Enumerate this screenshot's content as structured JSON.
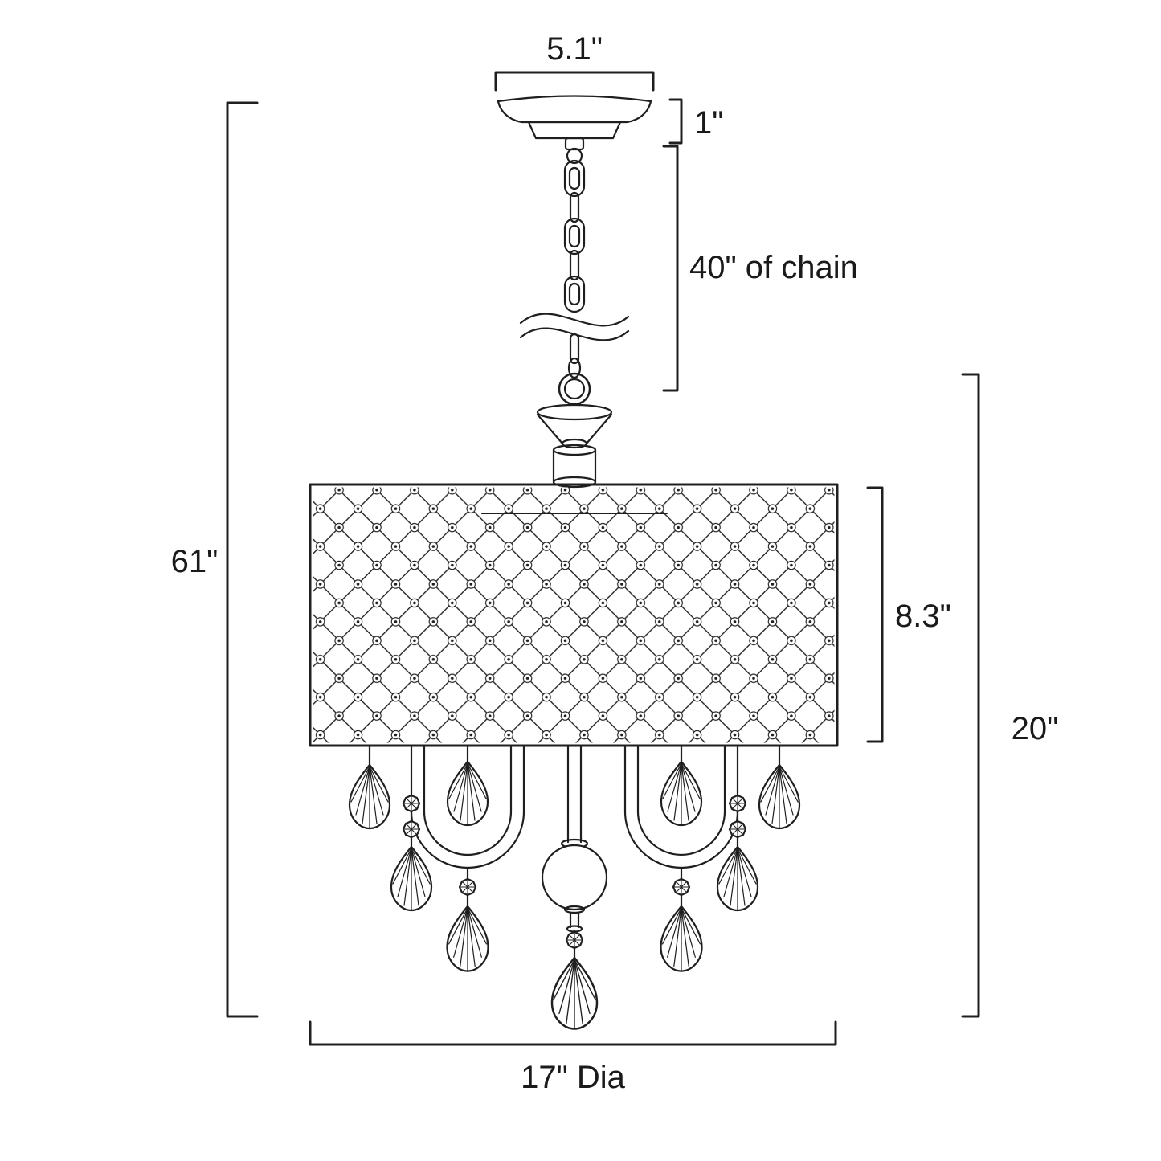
{
  "diagram": {
    "title": "Chandelier dimension diagram",
    "dims": {
      "canopy_width": "5.1\"",
      "canopy_height": "1\"",
      "chain": "40\" of chain",
      "overall_height": "61\"",
      "shade_height": "8.3\"",
      "fixture_height": "20\"",
      "diameter": "17\" Dia"
    },
    "colors": {
      "line": "#1f1f1f",
      "background": "#ffffff"
    }
  }
}
